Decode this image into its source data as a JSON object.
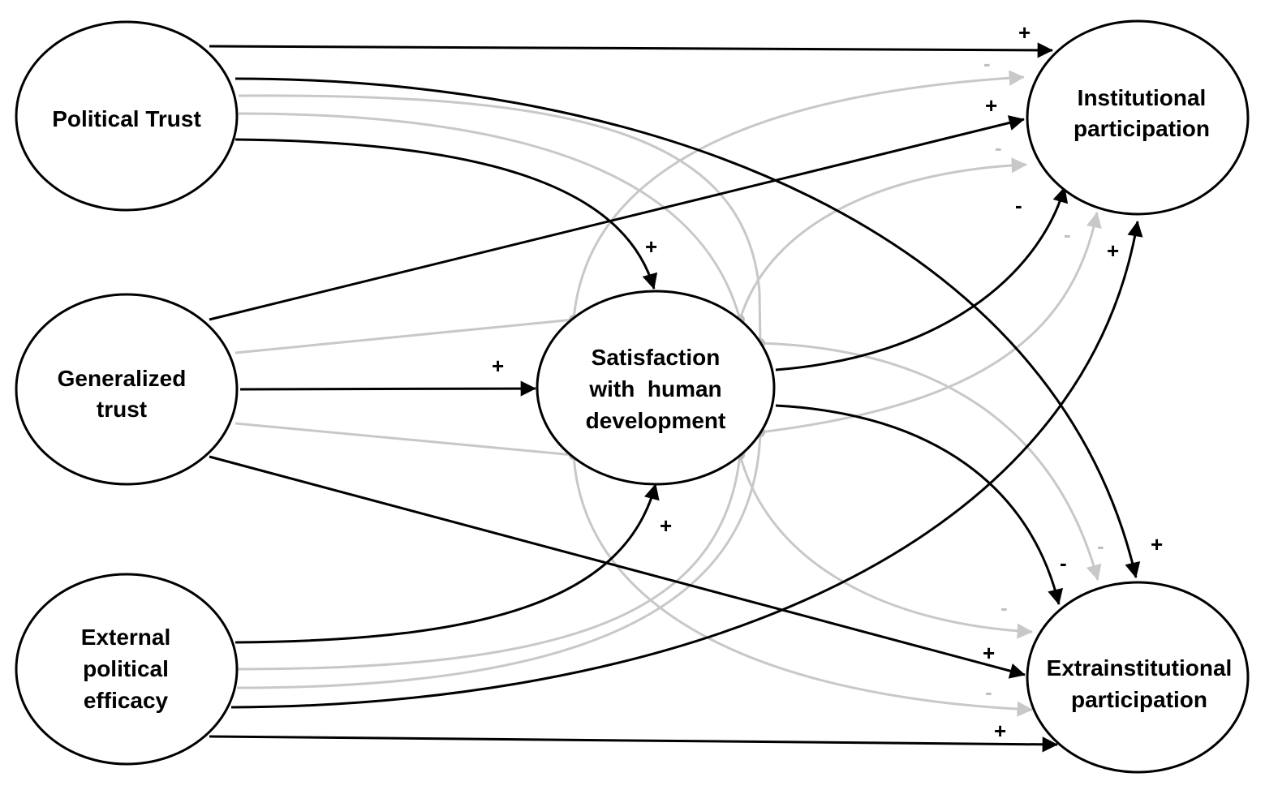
{
  "nodes": {
    "political_trust": {
      "lines": [
        "Political Trust"
      ]
    },
    "generalized_trust": {
      "lines": [
        "Generalized",
        "trust"
      ]
    },
    "external_efficacy": {
      "lines": [
        "External",
        "political",
        "efficacy"
      ]
    },
    "satisfaction": {
      "lines": [
        "Satisfaction",
        "with  human",
        "development"
      ]
    },
    "institutional": {
      "lines": [
        "Institutional",
        "participation"
      ]
    },
    "extrainstitutional": {
      "lines": [
        "Extrainstitutional",
        "participation"
      ]
    }
  },
  "signs": {
    "pt_inst": "+",
    "pt_med_inst": "-",
    "gt_inst": "+",
    "gt_med_inst": "-",
    "med_inst": "-",
    "ee_med_inst": "-",
    "ee_inst": "+",
    "pt_sat": "+",
    "gt_sat": "+",
    "ee_sat": "+",
    "pt_extra": "+",
    "pt_med_extra": "-",
    "med_extra": "-",
    "gt_med_extra": "-",
    "gt_extra": "+",
    "ee_med_extra": "-",
    "ee_extra": "+"
  },
  "colors": {
    "direct": "#000000",
    "mediated": "#c8c8c8"
  }
}
